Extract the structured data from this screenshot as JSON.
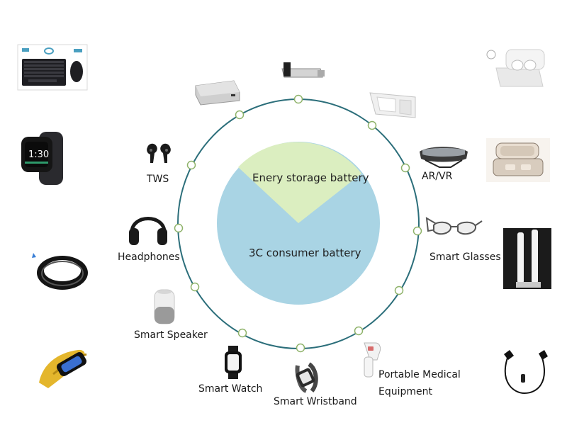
{
  "center": {
    "top_label": "Enery storage battery",
    "bottom_label": "3C consumer battery",
    "top_color": "#dbeec0",
    "bottom_color": "#a9d4e4"
  },
  "ring_color": "#2b6e7a",
  "node_fill": "#ffffff",
  "node_stroke": "#8fb36a",
  "labels": {
    "tws": "TWS",
    "headphones": "Headphones",
    "smart_speaker": "Smart Speaker",
    "smart_watch": "Smart Watch",
    "smart_wristband": "Smart Wristband",
    "medical_line1": "Portable Medical",
    "medical_line2": "Equipment",
    "arvr": "AR/VR",
    "smart_glasses": "Smart Glasses"
  },
  "icons": {
    "outer_left": [
      "keyboard-mouse-icon",
      "smartwatch-icon",
      "smart-ring-icon",
      "fitness-band-icon"
    ],
    "outer_right": [
      "earbuds-case-icon",
      "glasses-case-icon",
      "electric-toothbrush-icon",
      "neckband-earphones-icon"
    ],
    "top": [
      "mini-pc-icon",
      "usb-drive-icon",
      "charging-stand-icon"
    ]
  }
}
